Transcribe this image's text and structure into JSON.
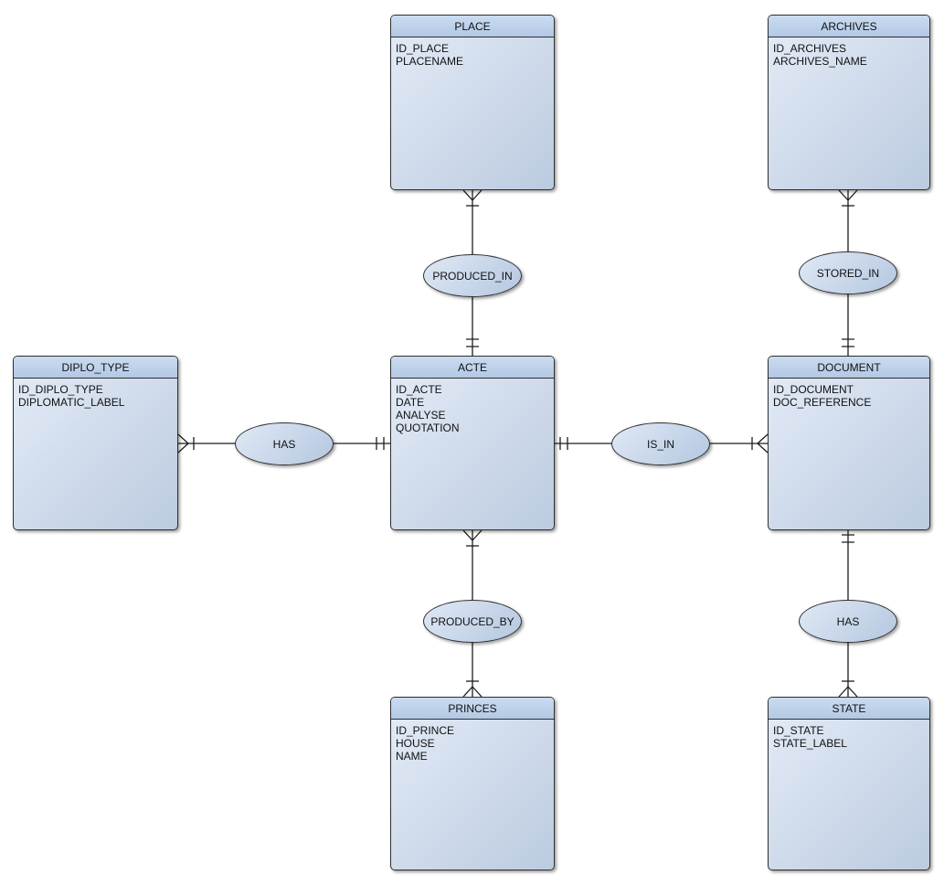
{
  "entities": [
    {
      "title": "PLACE",
      "attributes": [
        "ID_PLACE",
        "PLACENAME"
      ]
    },
    {
      "title": "ARCHIVES",
      "attributes": [
        "ID_ARCHIVES",
        "ARCHIVES_NAME"
      ]
    },
    {
      "title": "DIPLO_TYPE",
      "attributes": [
        "ID_DIPLO_TYPE",
        "DIPLOMATIC_LABEL"
      ]
    },
    {
      "title": "ACTE",
      "attributes": [
        "ID_ACTE",
        "DATE",
        "ANALYSE",
        "QUOTATION"
      ]
    },
    {
      "title": "DOCUMENT",
      "attributes": [
        "ID_DOCUMENT",
        "DOC_REFERENCE"
      ]
    },
    {
      "title": "PRINCES",
      "attributes": [
        "ID_PRINCE",
        "HOUSE",
        "NAME"
      ]
    },
    {
      "title": "STATE",
      "attributes": [
        "ID_STATE",
        "STATE_LABEL"
      ]
    }
  ],
  "relationships": [
    {
      "label": "PRODUCED_IN"
    },
    {
      "label": "STORED_IN"
    },
    {
      "label": "HAS"
    },
    {
      "label": "IS_IN"
    },
    {
      "label": "PRODUCED_BY"
    },
    {
      "label": "HAS"
    }
  ],
  "colors": {
    "header_top": "#cbdcf0",
    "header_bottom": "#b2c8e4",
    "body_light": "#e4ecf7",
    "body_dark": "#bccbe0",
    "ellipse_light": "#e0e9f5",
    "ellipse_dark": "#b4c7e0",
    "line": "#1c1c1c",
    "border": "#2f2f2f",
    "canvas_bg": "#ffffff"
  }
}
